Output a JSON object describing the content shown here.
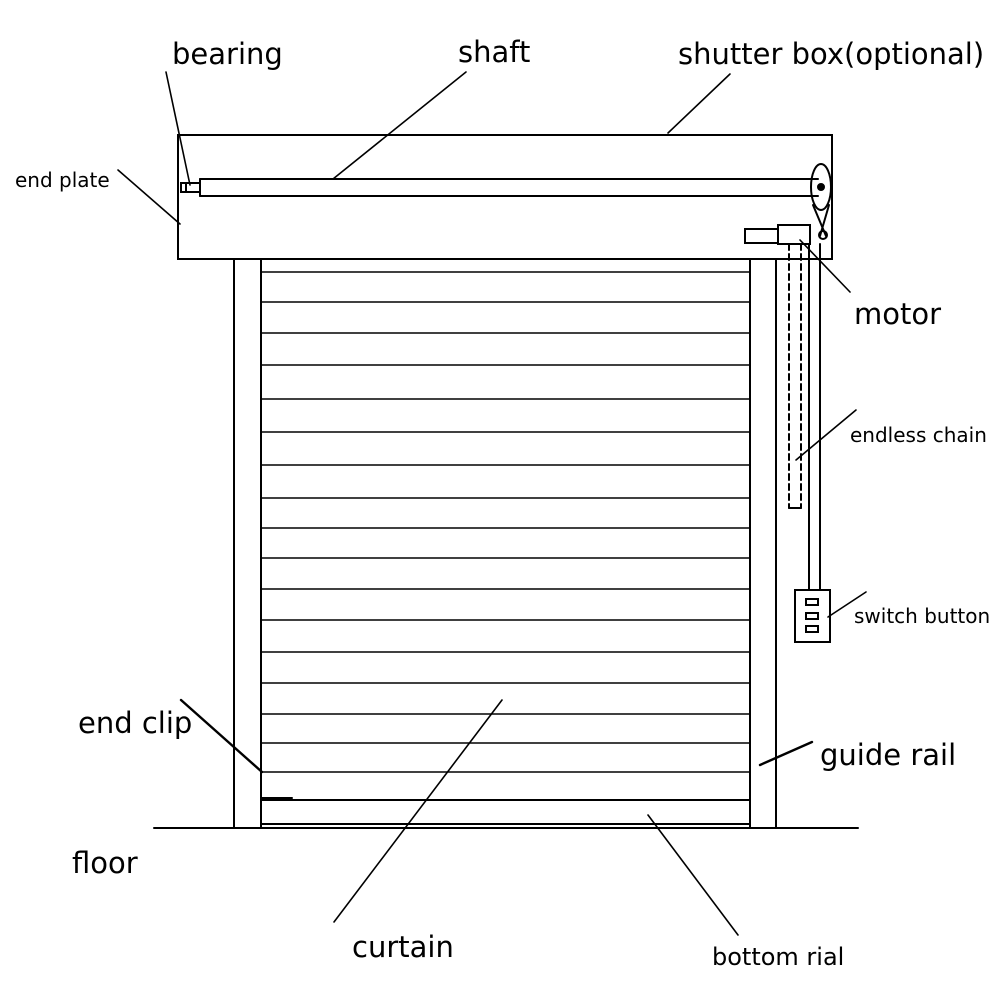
{
  "diagram": {
    "colors": {
      "line": "#000000",
      "background": "#ffffff"
    },
    "labels": {
      "bearing": "bearing",
      "shaft": "shaft",
      "shutter_box": "shutter box(optional)",
      "end_plate": "end plate",
      "motor": "motor",
      "endless_chain": "endless chain",
      "switch_button": "switch button",
      "end_clip": "end clip",
      "guide_rail": "guide rail",
      "floor": "floor",
      "curtain": "curtain",
      "bottom_rail": "bottom rial"
    }
  }
}
